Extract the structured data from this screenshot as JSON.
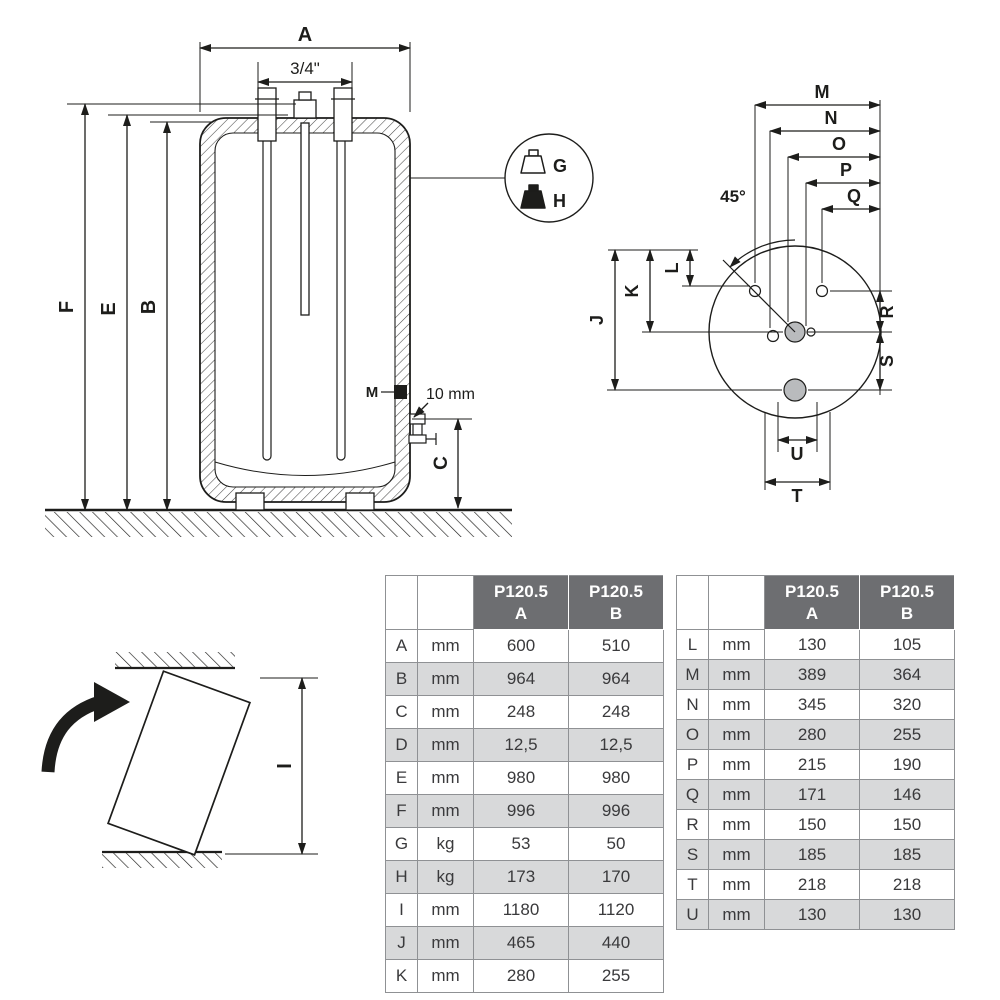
{
  "front_view": {
    "dim_width": "A",
    "thread_size": "3/4\"",
    "dim_f": "F",
    "dim_e": "E",
    "dim_b": "B",
    "dim_c": "C",
    "sensor_label": "M",
    "drain_offset": "10 mm",
    "weight_empty_label": "G",
    "weight_full_label": "H"
  },
  "top_view": {
    "angle_label": "45°",
    "dim_m": "M",
    "dim_n": "N",
    "dim_o": "O",
    "dim_p": "P",
    "dim_q": "Q",
    "dim_j": "J",
    "dim_k": "K",
    "dim_l": "L",
    "dim_r": "R",
    "dim_s": "S",
    "dim_u": "U",
    "dim_t": "T"
  },
  "tilt_view": {
    "dim_i": "I"
  },
  "tables": [
    {
      "col_headers": [
        {
          "model": "P120.5",
          "variant": "A"
        },
        {
          "model": "P120.5",
          "variant": "B"
        }
      ],
      "rows": [
        [
          "A",
          "mm",
          "600",
          "510"
        ],
        [
          "B",
          "mm",
          "964",
          "964"
        ],
        [
          "C",
          "mm",
          "248",
          "248"
        ],
        [
          "D",
          "mm",
          "12,5",
          "12,5"
        ],
        [
          "E",
          "mm",
          "980",
          "980"
        ],
        [
          "F",
          "mm",
          "996",
          "996"
        ],
        [
          "G",
          "kg",
          "53",
          "50"
        ],
        [
          "H",
          "kg",
          "173",
          "170"
        ],
        [
          "I",
          "mm",
          "1180",
          "1120"
        ],
        [
          "J",
          "mm",
          "465",
          "440"
        ],
        [
          "K",
          "mm",
          "280",
          "255"
        ]
      ]
    },
    {
      "col_headers": [
        {
          "model": "P120.5",
          "variant": "A"
        },
        {
          "model": "P120.5",
          "variant": "B"
        }
      ],
      "rows": [
        [
          "L",
          "mm",
          "130",
          "105"
        ],
        [
          "M",
          "mm",
          "389",
          "364"
        ],
        [
          "N",
          "mm",
          "345",
          "320"
        ],
        [
          "O",
          "mm",
          "280",
          "255"
        ],
        [
          "P",
          "mm",
          "215",
          "190"
        ],
        [
          "Q",
          "mm",
          "171",
          "146"
        ],
        [
          "R",
          "mm",
          "150",
          "150"
        ],
        [
          "S",
          "mm",
          "185",
          "185"
        ],
        [
          "T",
          "mm",
          "218",
          "218"
        ],
        [
          "U",
          "mm",
          "130",
          "130"
        ]
      ]
    }
  ],
  "colors": {
    "header_bg": "#6d6e71",
    "row_alt": "#d8d9da",
    "line": "#1d1d1b",
    "port_fill": "#b9bbbd"
  }
}
